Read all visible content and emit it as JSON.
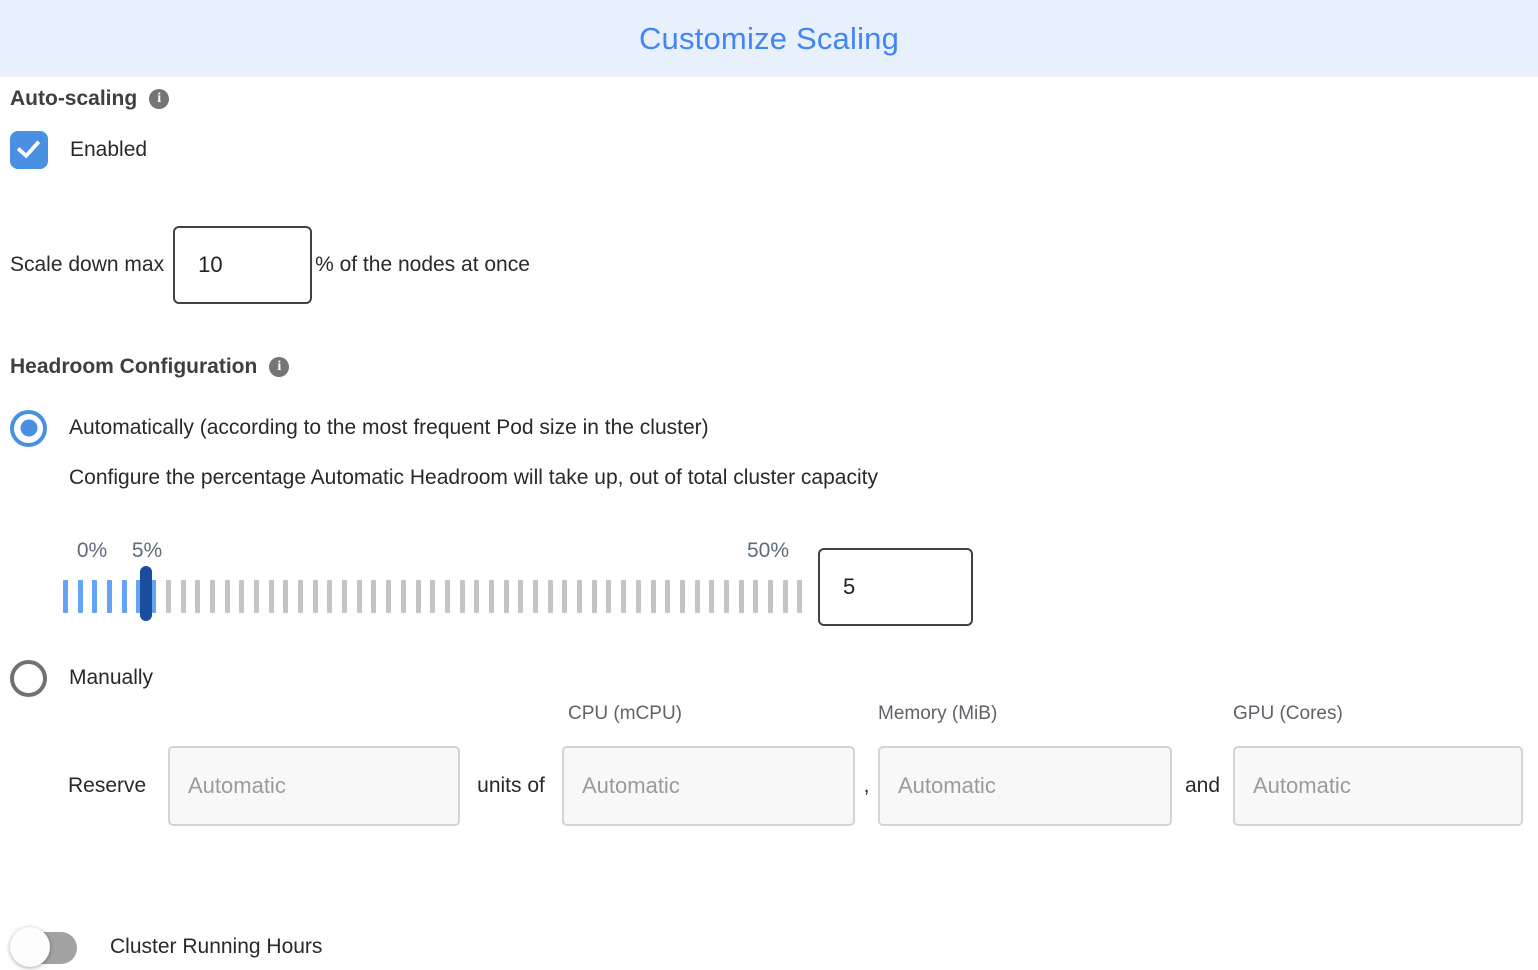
{
  "dialog": {
    "title": "Customize Scaling"
  },
  "auto_scaling": {
    "label": "Auto-scaling",
    "enabled": {
      "label": "Enabled",
      "checked": true
    },
    "scale_down": {
      "prefix": "Scale down max",
      "value": "10",
      "suffix": "% of the nodes at once"
    }
  },
  "headroom": {
    "label": "Headroom Configuration",
    "automatic_option": {
      "label": "Automatically (according to the most frequent Pod size in the cluster)",
      "selected": true
    },
    "description": "Configure the percentage Automatic Headroom will take up, out of total cluster capacity",
    "slider": {
      "min_label": "0%",
      "current_label": "5%",
      "max_label": "50%",
      "value": "5",
      "total_ticks": 51,
      "filled_ticks": 7,
      "handle_tick": 5.5
    },
    "manual_option": {
      "label": "Manually",
      "selected": false
    },
    "manual_reserve": {
      "columns": [
        "CPU (mCPU)",
        "Memory (MiB)",
        "GPU (Cores)"
      ],
      "reserve_label": "Reserve",
      "units_of_label": "units of",
      "comma": ",",
      "and_label": "and",
      "placeholders": {
        "reserve": "Automatic",
        "cpu": "Automatic",
        "memory": "Automatic",
        "gpu": "Automatic"
      }
    }
  },
  "cluster_running_hours": {
    "label": "Cluster Running Hours",
    "enabled": false
  },
  "colors": {
    "header_bg": "#e8f0fe",
    "title_blue": "#4285f4",
    "accent_blue": "#4a90e2",
    "slider_filled": "#64a4f4",
    "slider_handle": "#1b4d9e",
    "slider_empty": "#c4c4c4",
    "toggle_track_off": "#a2a2a2"
  }
}
